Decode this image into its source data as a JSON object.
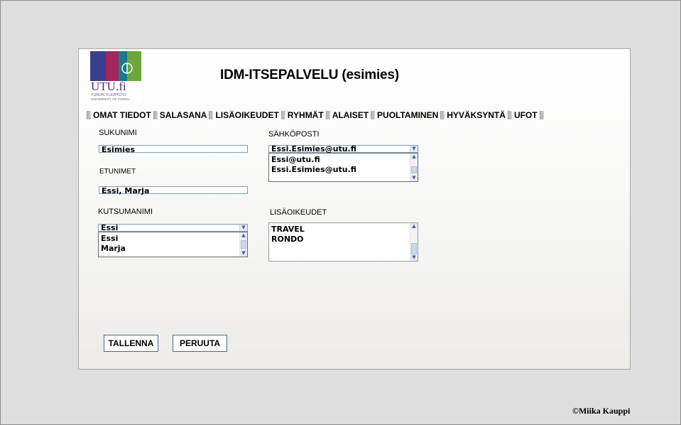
{
  "page": {
    "title": "IDM-ITSEPALVELU (esimies)"
  },
  "logo": {
    "name": "utu-logo",
    "wordmark": "UTU.fi",
    "line1": "TURUN YLIOPISTO",
    "line2": "UNIVERSITY OF TURKU",
    "colors": [
      "#3a3f8f",
      "#a4265a",
      "#1a7a8a",
      "#6aa83a"
    ]
  },
  "nav": [
    {
      "label": "OMAT TIEDOT"
    },
    {
      "label": "SALASANA"
    },
    {
      "label": "LISÄOIKEUDET"
    },
    {
      "label": "RYHMÄT"
    },
    {
      "label": "ALAISET"
    },
    {
      "label": "PUOLTAMINEN"
    },
    {
      "label": "HYVÄKSYNTÄ"
    },
    {
      "label": "UFOT"
    }
  ],
  "form": {
    "sukunimi": {
      "label": "SUKUNIMI",
      "value": "Esimies"
    },
    "etunimet": {
      "label": "ETUNIMET",
      "value": "Essi, Marja"
    },
    "kutsumanimi": {
      "label": "KUTSUMANIMI",
      "value": "Essi",
      "options": [
        "Essi",
        "Marja"
      ]
    },
    "sahkoposti": {
      "label": "SÄHKÖPOSTI",
      "value": "Essi.Esimies@utu.fi",
      "options": [
        "Essi@utu.fi",
        "Essi.Esimies@utu.fi"
      ]
    },
    "lisaoikeudet": {
      "label": "LISÄOIKEUDET",
      "items": [
        "TRAVEL",
        "RONDO"
      ]
    }
  },
  "buttons": {
    "save": "TALLENNA",
    "cancel": "PERUUTA"
  },
  "footer": {
    "credit": "©Miika Kauppi"
  }
}
